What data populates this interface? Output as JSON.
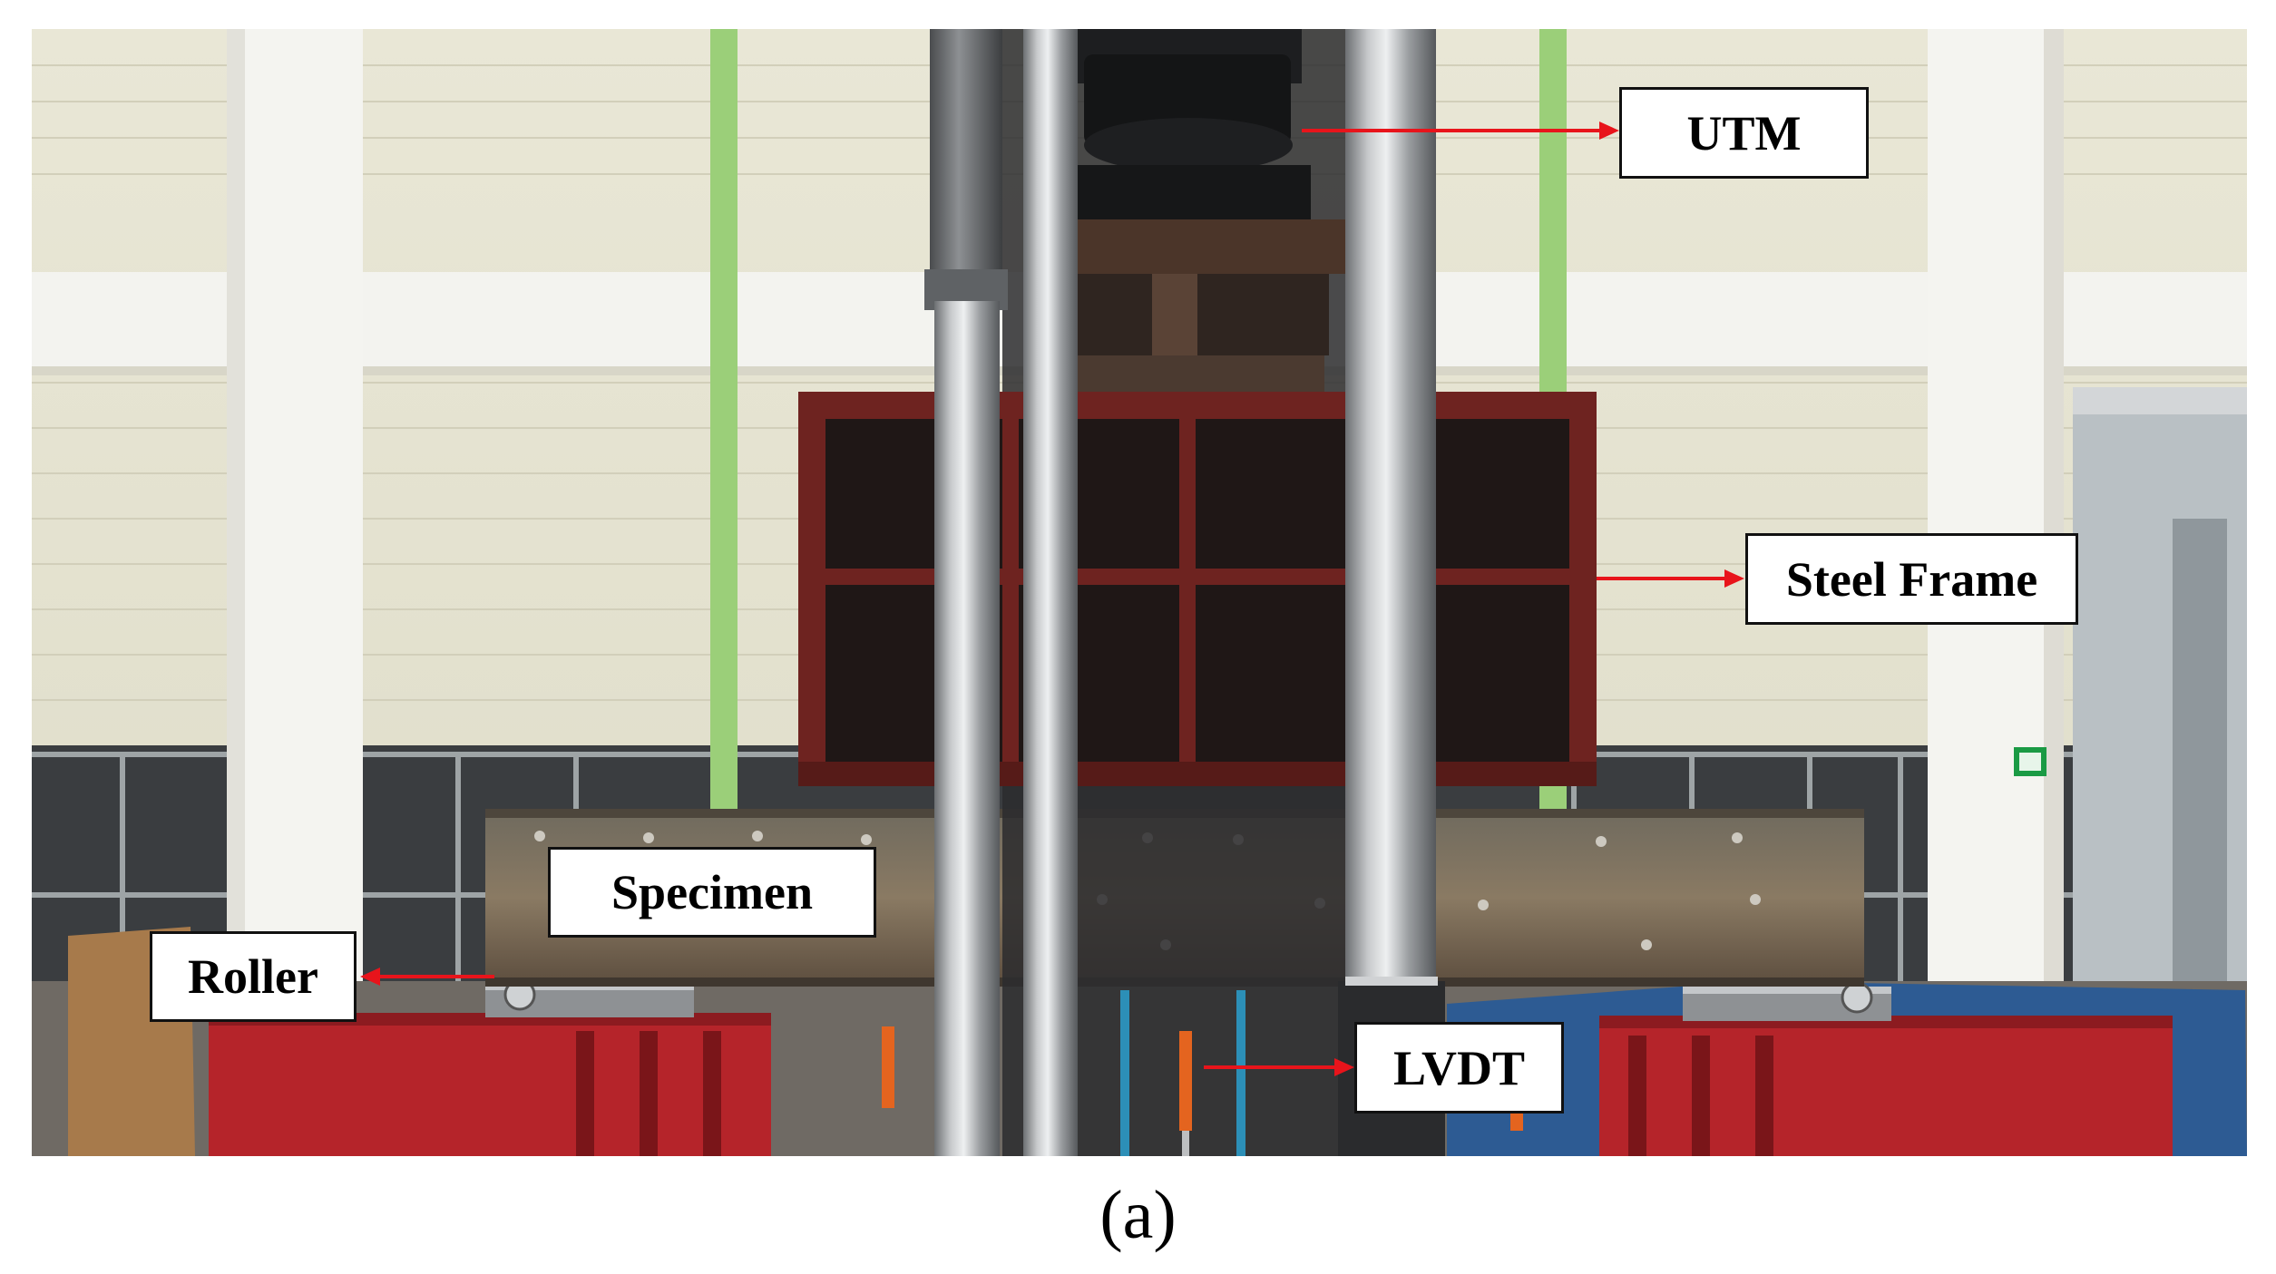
{
  "labels": {
    "utm": "UTM",
    "steel_frame": "Steel Frame",
    "specimen": "Specimen",
    "roller": "Roller",
    "lvdt": "LVDT"
  },
  "caption": "(a)",
  "colors": {
    "arrow": "#e8141b",
    "label_border": "#111111",
    "steel_frame": "#6e2320",
    "support_block": "#b5242a",
    "column": "#a9acae",
    "wall": "#e7e5d4",
    "pillar": "#f3f3ef",
    "green_post": "#9bcf79"
  }
}
